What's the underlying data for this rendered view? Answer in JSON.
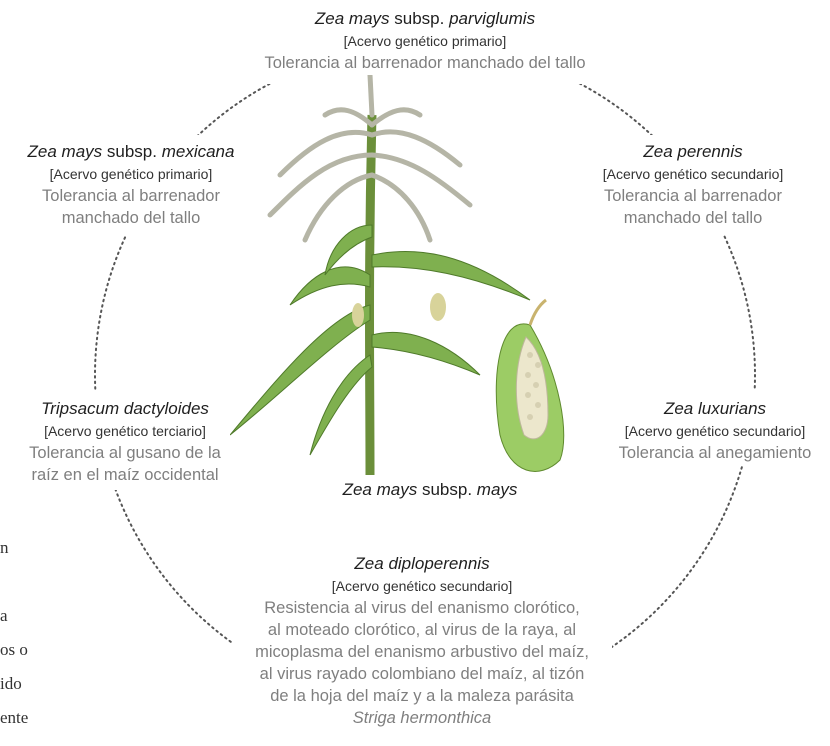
{
  "center": {
    "genus": "Zea mays",
    "subsp_word": "subsp.",
    "epithet": "mays"
  },
  "nodes": [
    {
      "id": "parviglumis",
      "title_italic": "Zea mays",
      "title_plain": " subsp. ",
      "title_italic2": "parviglumis",
      "pool": "[Acervo genético primario]",
      "trait_lines": [
        "Tolerancia al barrenador manchado del tallo"
      ]
    },
    {
      "id": "mexicana",
      "title_italic": "Zea mays",
      "title_plain": " subsp. ",
      "title_italic2": "mexicana",
      "pool": "[Acervo genético primario]",
      "trait_lines": [
        "Tolerancia al barrenador",
        "manchado del tallo"
      ]
    },
    {
      "id": "perennis",
      "title_italic": "Zea perennis",
      "title_plain": "",
      "title_italic2": "",
      "pool": "[Acervo genético secundario]",
      "trait_lines": [
        "Tolerancia al barrenador",
        "manchado del tallo"
      ]
    },
    {
      "id": "tripsacum",
      "title_italic": "Tripsacum dactyloides",
      "title_plain": "",
      "title_italic2": "",
      "pool": "[Acervo genético terciario]",
      "trait_lines": [
        "Tolerancia al gusano de la",
        "raíz en el maíz occidental"
      ]
    },
    {
      "id": "luxurians",
      "title_italic": "Zea luxurians",
      "title_plain": "",
      "title_italic2": "",
      "pool": "[Acervo genético secundario]",
      "trait_lines": [
        "Tolerancia al anegamiento"
      ]
    },
    {
      "id": "diploperennis",
      "title_italic": "Zea diploperennis",
      "title_plain": "",
      "title_italic2": "",
      "pool": "[Acervo genético secundario]",
      "trait_lines": [
        "Resistencia al virus del enanismo clorótico,",
        "al moteado clorótico, al virus de la raya, al",
        "micoplasma del enanismo arbustivo del maíz,",
        "al virus rayado colombiano del maíz, al tizón",
        "de la hoja del maíz y a la maleza parásita"
      ],
      "trait_italic_line": "Striga hermonthica"
    }
  ],
  "stray_text": [
    "n",
    "a",
    "os o",
    "ido",
    "ente"
  ],
  "colors": {
    "ring": "#555555",
    "trait": "#7f7f7f",
    "leaf": "#6aa84f",
    "tassel": "#b9b9a8",
    "corn": "#e8e3c8"
  }
}
